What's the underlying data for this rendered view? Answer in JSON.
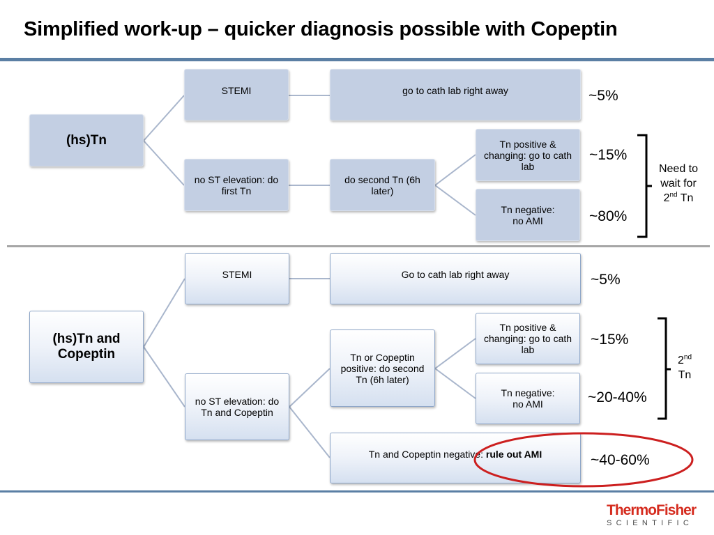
{
  "title": "Simplified work-up – quicker diagnosis possible with Copeptin",
  "top": {
    "root": "(hs)Tn",
    "stemi": "STEMI",
    "stemi_action": "go to cath lab right away",
    "no_st": "no ST elevation: do first Tn",
    "second_tn": "do second Tn (6h later)",
    "tn_positive": "Tn positive & changing: go to cath lab",
    "tn_negative_line1": "Tn negative:",
    "tn_negative_line2": "no AMI",
    "pct_stemi": "~5%",
    "pct_positive": "~15%",
    "pct_negative": "~80%",
    "bracket_note_line1": "Need to",
    "bracket_note_line2": "wait for",
    "bracket_note_num": "2",
    "bracket_note_sup": "nd",
    "bracket_note_end": "Tn"
  },
  "bottom": {
    "root": "(hs)Tn and Copeptin",
    "stemi": "STEMI",
    "stemi_action": "Go to cath lab right away",
    "no_st": "no ST elevation: do Tn and Copeptin",
    "either_positive": "Tn or Copeptin positive: do second Tn (6h later)",
    "tn_positive": "Tn positive & changing: go to cath lab",
    "tn_negative_line1": "Tn negative:",
    "tn_negative_line2": "no AMI",
    "both_negative_prefix": "Tn and Copeptin negative: ",
    "both_negative_bold": "rule out AMI",
    "pct_stemi": "~5%",
    "pct_positive": "~15%",
    "pct_negative": "~20-40%",
    "pct_ruleout": "~40-60%",
    "bracket_note_num": "2",
    "bracket_note_sup": "nd",
    "bracket_note_end": "Tn"
  },
  "logo": {
    "line1": "ThermoFisher",
    "line2": "SCIENTIFIC"
  },
  "colors": {
    "rule": "#5b7fa4",
    "box_fill_top": "#c3cfe3",
    "box_border_bottom": "#8ea6c8",
    "highlight_ellipse": "#cc1f1f",
    "logo_red": "#d52b1e"
  }
}
